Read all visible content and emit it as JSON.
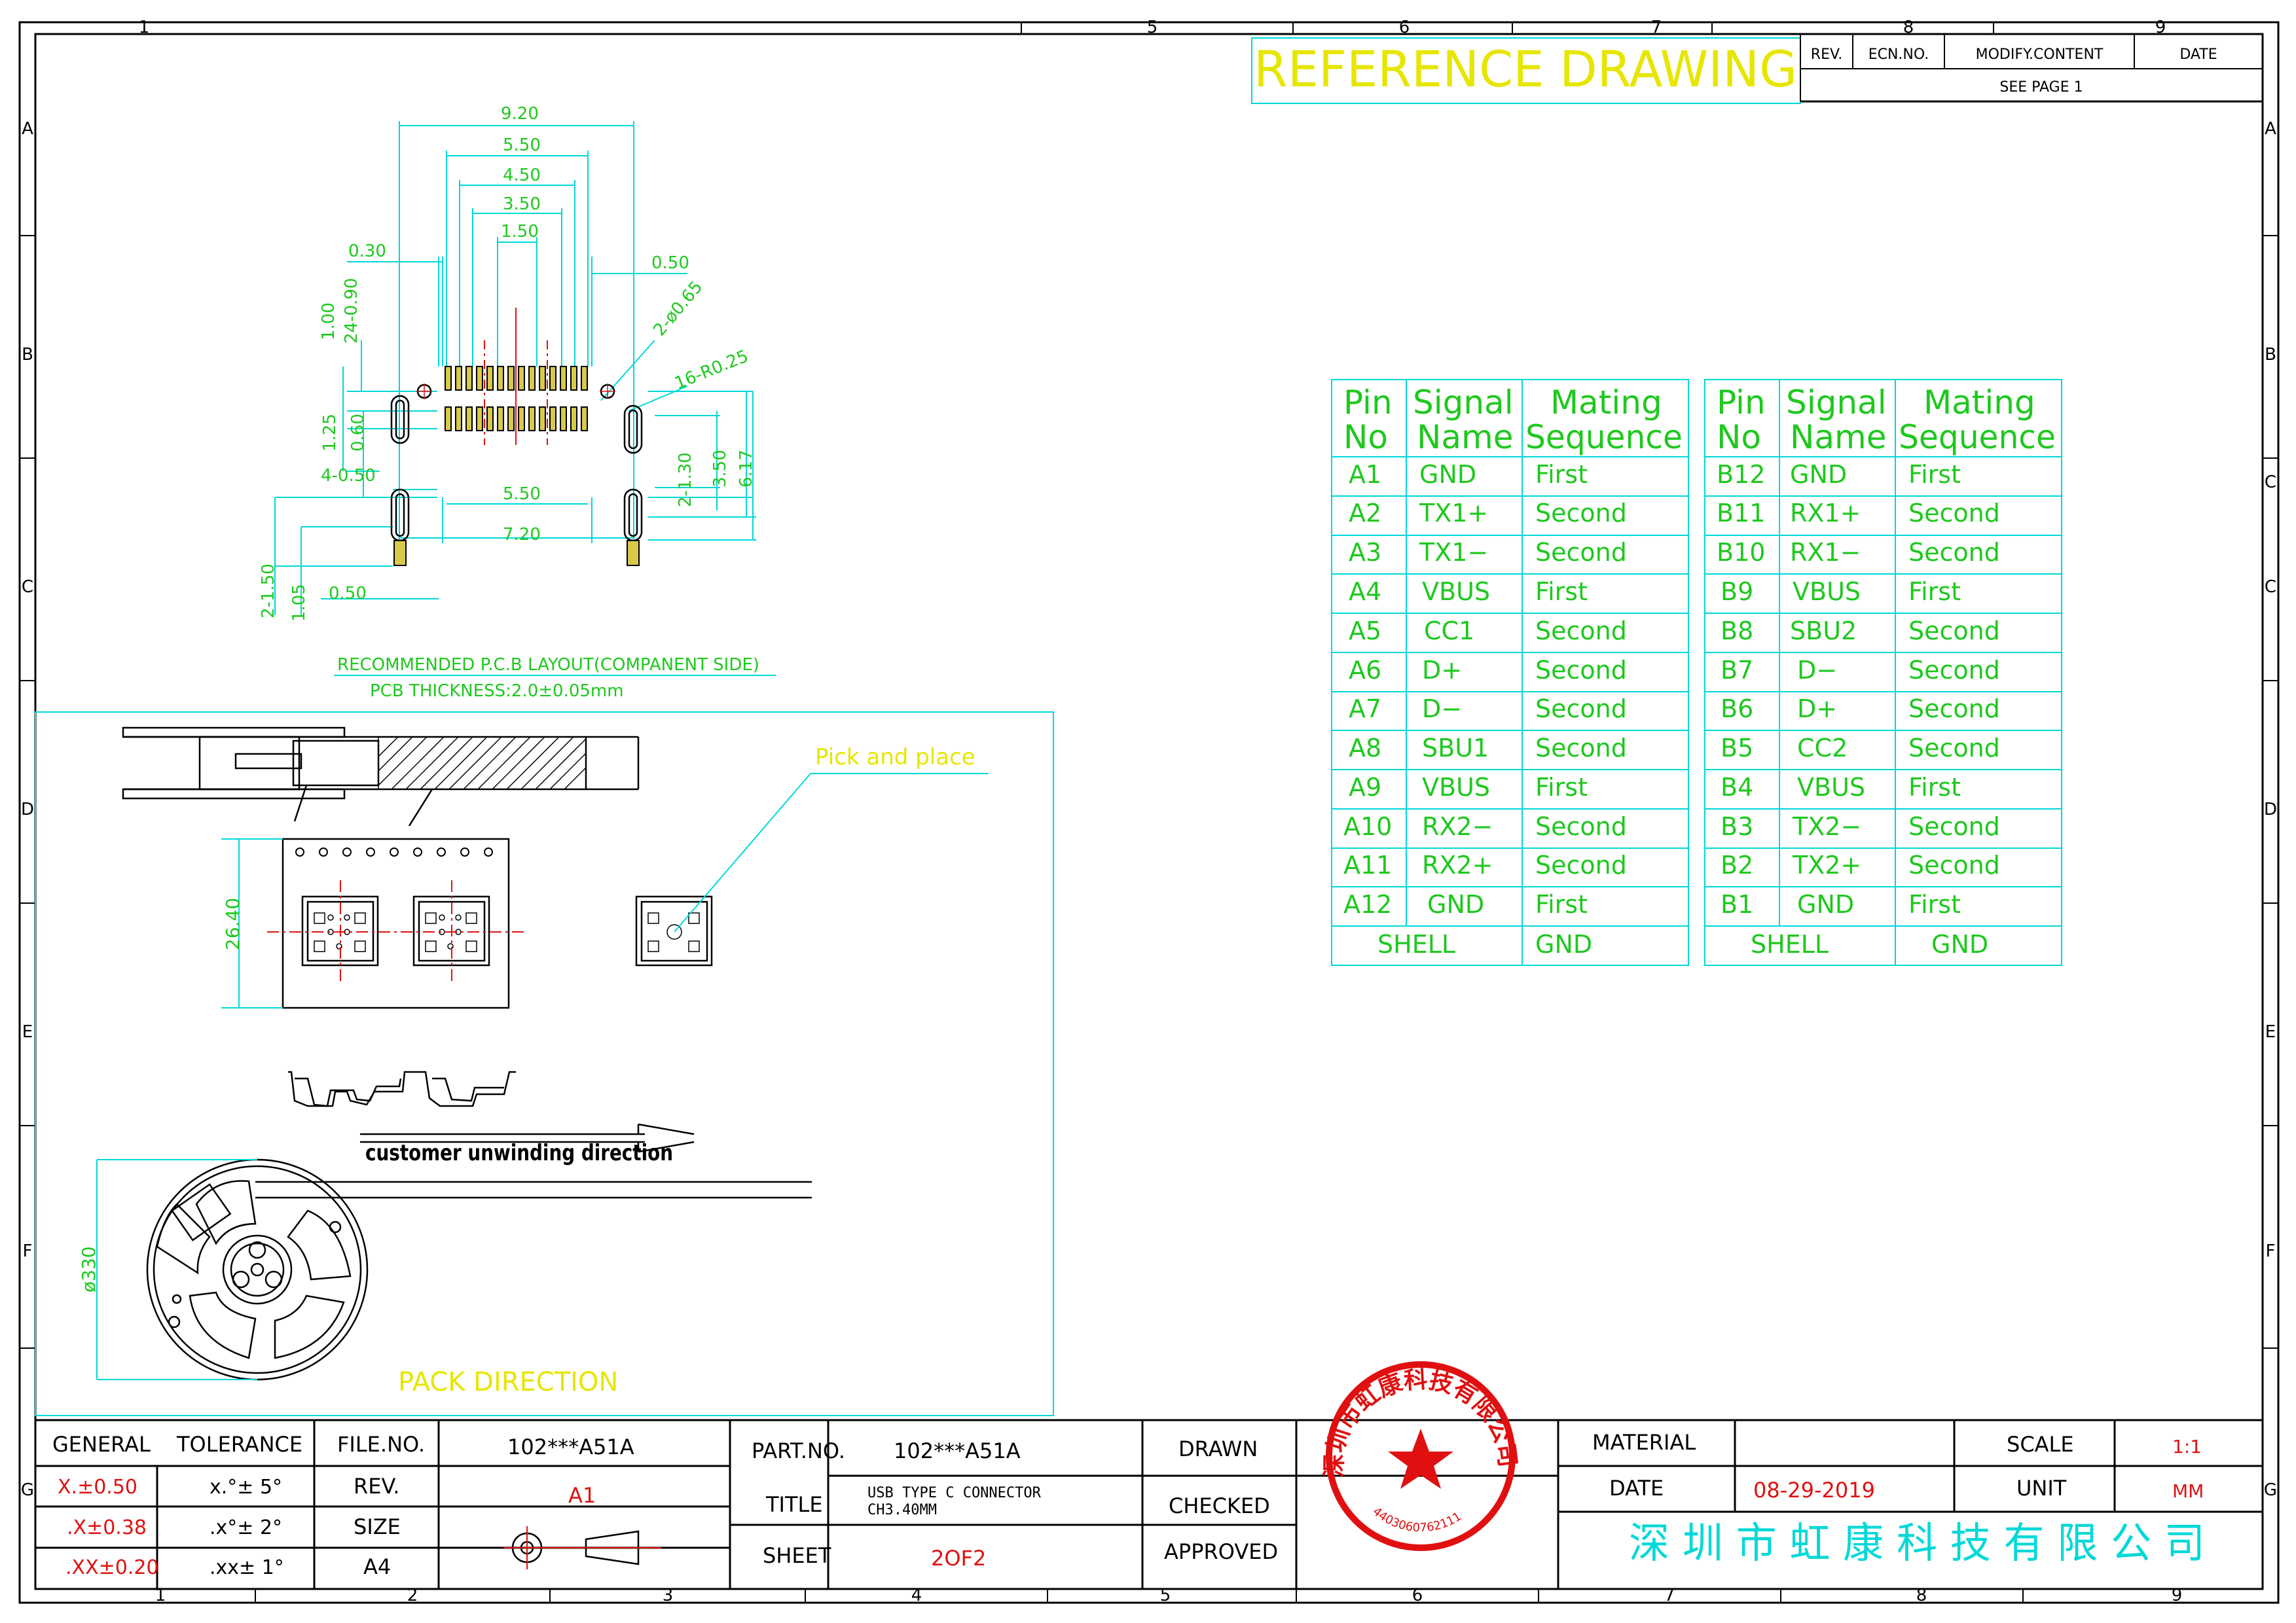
{
  "colors": {
    "frame": "#000000",
    "cyan": "#00d8d8",
    "green": "#1ec81e",
    "yellow": "#e6e600",
    "red": "#e01010",
    "pad": "#d9c94a"
  },
  "grid": {
    "top_numbers": [
      "1",
      "5",
      "6",
      "7",
      "8",
      "9"
    ],
    "bottom_numbers": [
      "1",
      "2",
      "3",
      "4",
      "5",
      "6",
      "7",
      "8",
      "9"
    ],
    "row_letters": [
      "A",
      "B",
      "C",
      "D",
      "E",
      "F",
      "G"
    ]
  },
  "header": {
    "reference_title": "REFERENCE DRAWING",
    "rev_label": "REV.",
    "ecn_label": "ECN.NO.",
    "modify_label": "MODIFY.CONTENT",
    "date_label": "DATE",
    "see_page": "SEE PAGE 1"
  },
  "pcb_dims": {
    "d920": "9.20",
    "d550": "5.50",
    "d450": "4.50",
    "d350": "3.50",
    "d150": "1.50",
    "d030": "0.30",
    "d050_top": "0.50",
    "d100": "1.00",
    "d24": "24-0.90",
    "d265": "2-ø0.65",
    "d16": "16-R0.25",
    "d125": "1.25",
    "d060": "0.60",
    "d4050": "4-0.50",
    "d550b": "5.50",
    "d720": "7.20",
    "d2130": "2-1.30",
    "d350r": "3.50",
    "d617": "6.17",
    "d2150": "2-1.50",
    "d105": "1.05",
    "d050b": "0.50"
  },
  "pcb_notes": {
    "layout": "RECOMMENDED P.C.B LAYOUT(COMPANENT SIDE)",
    "thickness": "PCB THICKNESS:2.0±0.05mm"
  },
  "packaging": {
    "pick_place": "Pick and place",
    "d2640": "26.40",
    "unwinding": "customer unwinding direction",
    "d330": "ø330",
    "pack_direction": "PACK DIRECTION"
  },
  "pin_table": {
    "headers": {
      "pin1": "Pin",
      "pin2": "No",
      "sig1": "Signal",
      "sig2": "Name",
      "mat1": "Mating",
      "mat2": "Sequence"
    },
    "left_rows": [
      {
        "pin": "A1",
        "sig": "GND",
        "seq": "First"
      },
      {
        "pin": "A2",
        "sig": "TX1+",
        "seq": "Second"
      },
      {
        "pin": "A3",
        "sig": "TX1−",
        "seq": "Second"
      },
      {
        "pin": "A4",
        "sig": "VBUS",
        "seq": "First"
      },
      {
        "pin": "A5",
        "sig": "CC1",
        "seq": "Second"
      },
      {
        "pin": "A6",
        "sig": "D+",
        "seq": "Second"
      },
      {
        "pin": "A7",
        "sig": "D−",
        "seq": "Second"
      },
      {
        "pin": "A8",
        "sig": "SBU1",
        "seq": "Second"
      },
      {
        "pin": "A9",
        "sig": "VBUS",
        "seq": "First"
      },
      {
        "pin": "A10",
        "sig": "RX2−",
        "seq": "Second"
      },
      {
        "pin": "A11",
        "sig": "RX2+",
        "seq": "Second"
      },
      {
        "pin": "A12",
        "sig": "GND",
        "seq": "First"
      }
    ],
    "right_rows": [
      {
        "pin": "B12",
        "sig": "GND",
        "seq": "First"
      },
      {
        "pin": "B11",
        "sig": "RX1+",
        "seq": "Second"
      },
      {
        "pin": "B10",
        "sig": "RX1−",
        "seq": "Second"
      },
      {
        "pin": "B9",
        "sig": "VBUS",
        "seq": "First"
      },
      {
        "pin": "B8",
        "sig": "SBU2",
        "seq": "Second"
      },
      {
        "pin": "B7",
        "sig": "D−",
        "seq": "Second"
      },
      {
        "pin": "B6",
        "sig": "D+",
        "seq": "Second"
      },
      {
        "pin": "B5",
        "sig": "CC2",
        "seq": "Second"
      },
      {
        "pin": "B4",
        "sig": "VBUS",
        "seq": "First"
      },
      {
        "pin": "B3",
        "sig": "TX2−",
        "seq": "Second"
      },
      {
        "pin": "B2",
        "sig": "TX2+",
        "seq": "Second"
      },
      {
        "pin": "B1",
        "sig": "GND",
        "seq": "First"
      }
    ],
    "shell_label": "SHELL",
    "shell_value": "GND"
  },
  "title_block": {
    "general": "GENERAL",
    "tolerance": "TOLERANCE",
    "tol1": "X.±0.50",
    "tol2": ".X±0.38",
    "tol3": ".XX±0.20",
    "ang1": "x.°± 5°",
    "ang2": ".x°± 2°",
    "ang3": ".xx± 1°",
    "file_no_label": "FILE.NO.",
    "file_no": "102***A51A",
    "rev_label": "REV.",
    "rev": "A1",
    "size_label": "SIZE",
    "size": "A4",
    "part_no_label": "PART.NO.",
    "part_no": "102***A51A",
    "title_label": "TITLE",
    "title_line1": "USB TYPE C CONNECTOR",
    "title_line2": "CH3.40MM",
    "sheet_label": "SHEET",
    "sheet": "2OF2",
    "drawn": "DRAWN",
    "checked": "CHECKED",
    "approved": "APPROVED",
    "material_label": "MATERIAL",
    "date_label": "DATE",
    "date": "08-29-2019",
    "scale_label": "SCALE",
    "scale": "1:1",
    "unit_label": "UNIT",
    "unit": "MM",
    "company": "深 圳 市 虹 康 科 技 有 限 公 司"
  },
  "stamp": {
    "text": "深圳市虹康科技有限公司",
    "number": "4403060762111"
  }
}
